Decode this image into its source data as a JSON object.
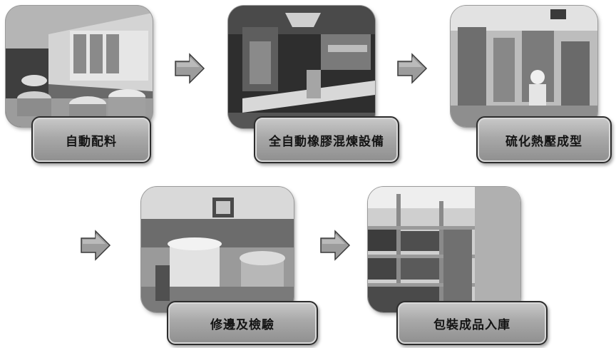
{
  "steps": [
    {
      "label": "自動配料"
    },
    {
      "label": "全自動橡膠混煉設備"
    },
    {
      "label": "硫化熱壓成型"
    },
    {
      "label": "修邊及檢驗"
    },
    {
      "label": "包裝成品入庫"
    }
  ],
  "colors": {
    "label_fill": "#a8a8a8",
    "label_border": "#2d2d2d",
    "arrow_fill": "#9c9c9c"
  },
  "icons": [
    "right-arrow-icon"
  ]
}
